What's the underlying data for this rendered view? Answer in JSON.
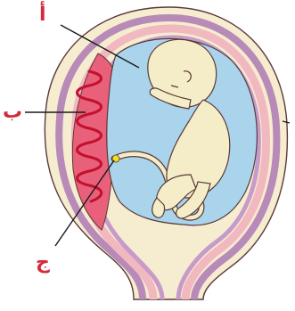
{
  "labels": {
    "a": "أ",
    "b": "ب",
    "c": "ج"
  },
  "colors": {
    "label": "#d42a3a",
    "outline": "#5a3a3a",
    "uterus_wall_pink": "#f2b8c0",
    "uterus_wall_purple": "#b88ab8",
    "uterus_wall_cream": "#f6ecd0",
    "placenta": "#e8607a",
    "placenta_vessels": "#c2102e",
    "amniotic_fluid": "#a9d4ec",
    "fetus_skin": "#f5edc8",
    "cord_junction": "#f2e01c"
  }
}
